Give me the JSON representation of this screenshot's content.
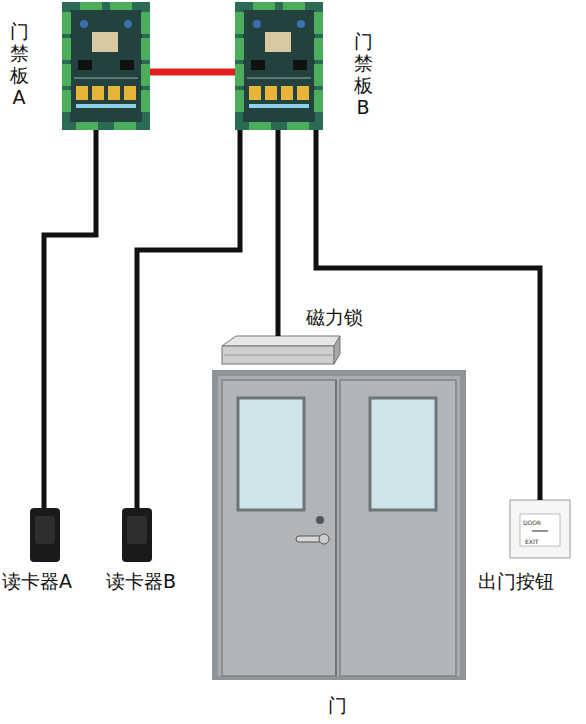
{
  "diagram": {
    "nodes": [
      {
        "text": [
          "门 禁 板 A"
        ]
      },
      {
        "text": [
          "门 禁 板 B"
        ]
      },
      {
        "text": [
          "磁力锁"
        ]
      },
      {
        "text": [
          "读卡器A"
        ]
      },
      {
        "text": [
          "读卡器B"
        ]
      },
      {
        "text": [
          "门"
        ]
      },
      {
        "text": [
          "出门按钮"
        ]
      }
    ],
    "edges": [
      {
        "from": 0,
        "to": 1,
        "arrow": "none"
      },
      {
        "from": 0,
        "to": 3,
        "arrow": "none"
      },
      {
        "from": 1,
        "to": 4,
        "arrow": "none"
      },
      {
        "from": 1,
        "to": 2,
        "arrow": "none"
      },
      {
        "from": 1,
        "to": 6,
        "arrow": "none"
      }
    ],
    "labels": [
      "DOOR",
      "EXIT"
    ]
  }
}
